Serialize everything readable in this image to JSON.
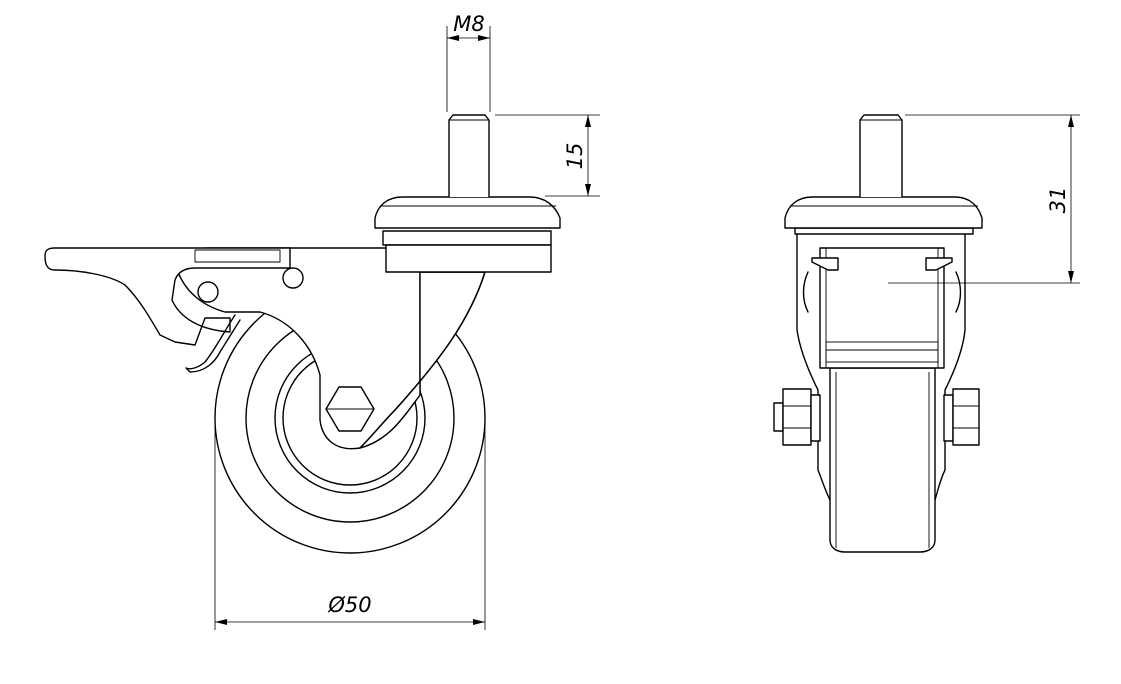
{
  "dimensions": {
    "thread": "M8",
    "stem_length": "15",
    "wheel_diameter": "Ø50",
    "total_offset": "31"
  }
}
